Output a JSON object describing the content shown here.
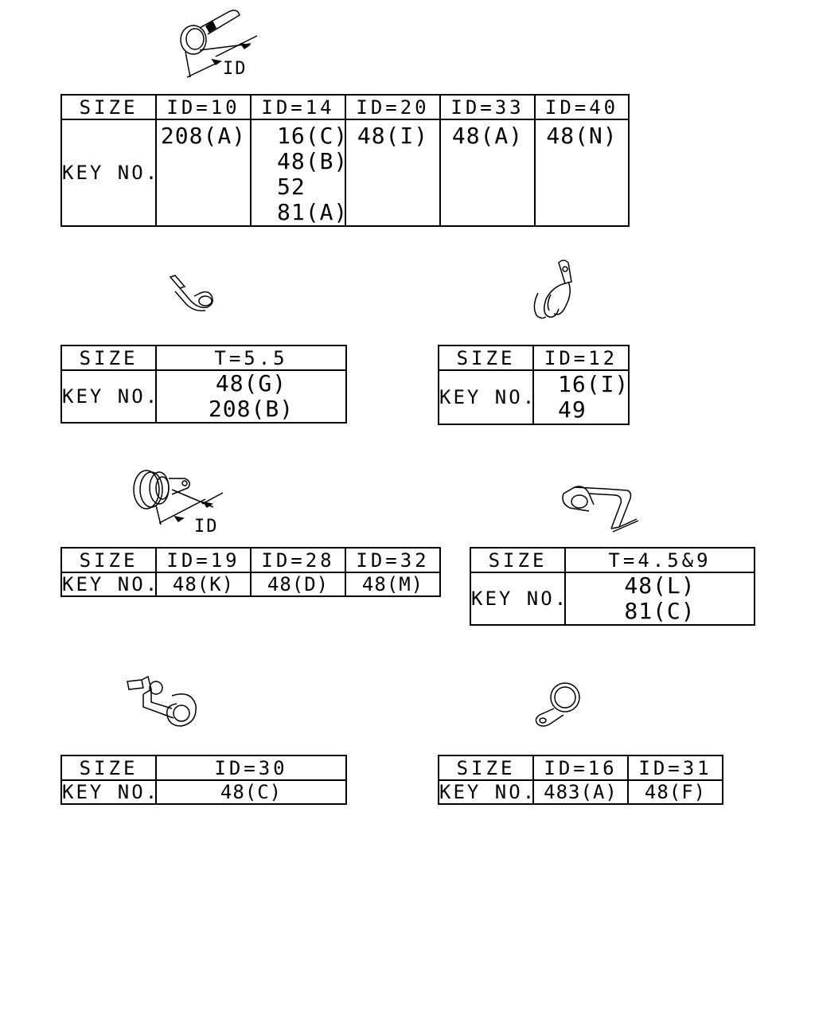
{
  "dimension_label": "ID",
  "tables": [
    {
      "headers": [
        "SIZE",
        "ID=10",
        "ID=14",
        "ID=20",
        "ID=33",
        "ID=40"
      ],
      "row_label": "KEY NO.",
      "cells": [
        [
          "208(A)"
        ],
        [
          "16(C)",
          "48(B)",
          "52",
          "81(A)"
        ],
        [
          "48(I)"
        ],
        [
          "48(A)"
        ],
        [
          "48(N)"
        ]
      ]
    },
    {
      "headers": [
        "SIZE",
        "T=5.5"
      ],
      "row_label": "KEY NO.",
      "cells": [
        [
          "48(G)",
          "208(B)"
        ]
      ]
    },
    {
      "headers": [
        "SIZE",
        "ID=12"
      ],
      "row_label": "KEY NO.",
      "cells": [
        [
          "16(I)",
          "49"
        ]
      ]
    },
    {
      "headers": [
        "SIZE",
        "ID=19",
        "ID=28",
        "ID=32"
      ],
      "row_label": "KEY NO.",
      "cells": [
        [
          "48(K)"
        ],
        [
          "48(D)"
        ],
        [
          "48(M)"
        ]
      ]
    },
    {
      "headers": [
        "SIZE",
        "T=4.5&9"
      ],
      "row_label": "KEY NO.",
      "cells": [
        [
          "48(L)",
          "81(C)"
        ]
      ]
    },
    {
      "headers": [
        "SIZE",
        "ID=30"
      ],
      "row_label": "KEY NO.",
      "cells": [
        [
          "48(C)"
        ]
      ]
    },
    {
      "headers": [
        "SIZE",
        "ID=16",
        "ID=31"
      ],
      "row_label": "KEY NO.",
      "cells": [
        [
          "483(A)"
        ],
        [
          "48(F)"
        ]
      ]
    }
  ]
}
